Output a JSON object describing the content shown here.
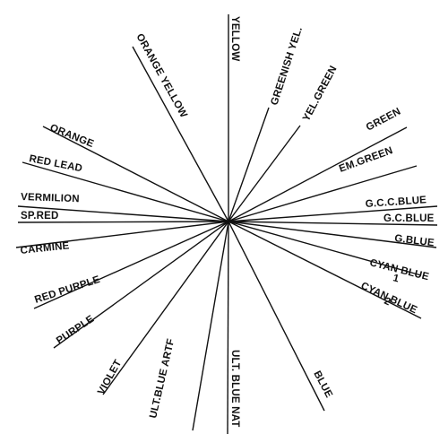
{
  "rays": [
    {
      "id": "yellow",
      "label": "YELLOW"
    },
    {
      "id": "greenish-yel",
      "label": "GREENISH YEL."
    },
    {
      "id": "yel-green",
      "label": "YEL.GREEN"
    },
    {
      "id": "green",
      "label": "GREEN"
    },
    {
      "id": "em-green",
      "label": "EM.GREEN"
    },
    {
      "id": "gcc-blue",
      "label": "G.C.C.BLUE"
    },
    {
      "id": "gc-blue",
      "label": "G.C.BLUE"
    },
    {
      "id": "g-blue",
      "label": "G.BLUE"
    },
    {
      "id": "cyan-blue-1",
      "label": "CYAN BLUE",
      "sub": "1"
    },
    {
      "id": "cyan-blue-2",
      "label": "CYAN BLUE",
      "sub": "2"
    },
    {
      "id": "blue",
      "label": "BLUE"
    },
    {
      "id": "ult-blue-nat",
      "label": "ULT. BLUE NAT"
    },
    {
      "id": "ult-blue-artf",
      "label": "ULT.BLUE ARTF"
    },
    {
      "id": "violet",
      "label": "VIOLET"
    },
    {
      "id": "purple",
      "label": "PURPLE"
    },
    {
      "id": "red-purple",
      "label": "RED PURPLE"
    },
    {
      "id": "carmine",
      "label": "CARMINE"
    },
    {
      "id": "sp-red",
      "label": "SP.RED"
    },
    {
      "id": "vermilion",
      "label": "VERMILION"
    },
    {
      "id": "red-lead",
      "label": "RED LEAD"
    },
    {
      "id": "orange",
      "label": "ORANGE"
    },
    {
      "id": "orange-yellow",
      "label": "ORANGE YELLOW"
    }
  ]
}
